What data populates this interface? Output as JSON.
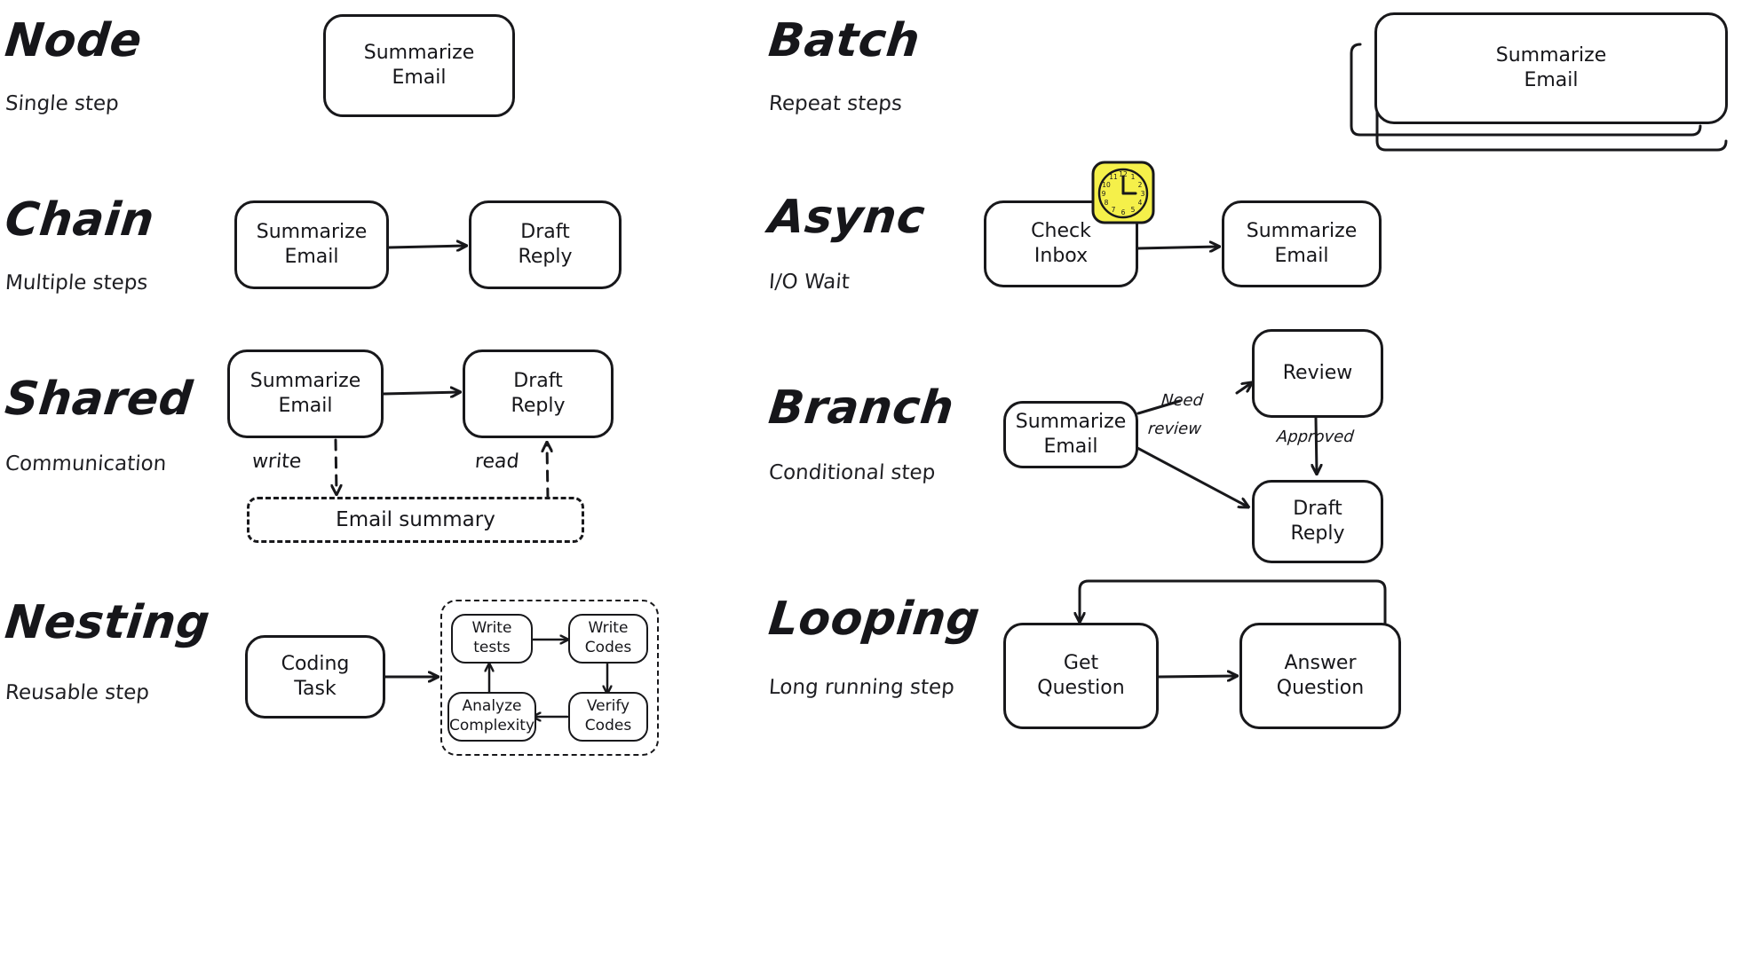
{
  "page": {
    "background": "#ffffff",
    "ink": "#18181b",
    "accent_yellow": "#f5f04a"
  },
  "patterns": [
    {
      "id": "node",
      "title": "Node",
      "subtitle": "Single step",
      "nodes": [
        {
          "id": "summarize",
          "lines": [
            "Summarize",
            "Email"
          ]
        }
      ]
    },
    {
      "id": "batch",
      "title": "Batch",
      "subtitle": "Repeat steps",
      "nodes": [
        {
          "id": "summarize",
          "lines": [
            "Summarize",
            "Email"
          ]
        }
      ],
      "stack_count": 3
    },
    {
      "id": "chain",
      "title": "Chain",
      "subtitle": "Multiple steps",
      "nodes": [
        {
          "id": "summarize",
          "lines": [
            "Summarize",
            "Email"
          ]
        },
        {
          "id": "draft",
          "lines": [
            "Draft",
            "Reply"
          ]
        }
      ],
      "edges": [
        {
          "from": "summarize",
          "to": "draft",
          "label": ""
        }
      ]
    },
    {
      "id": "async",
      "title": "Async",
      "subtitle": "I/O Wait",
      "nodes": [
        {
          "id": "check-inbox",
          "lines": [
            "Check",
            "Inbox"
          ]
        },
        {
          "id": "summarize",
          "lines": [
            "Summarize",
            "Email"
          ]
        }
      ],
      "edges": [
        {
          "from": "check-inbox",
          "to": "summarize",
          "label": ""
        }
      ],
      "icon": "clock-icon",
      "clock": {
        "numerals": [
          "12",
          "1",
          "2",
          "3",
          "4",
          "5",
          "6",
          "7",
          "8",
          "9",
          "10",
          "11"
        ],
        "color": "#f5f04a"
      }
    },
    {
      "id": "shared",
      "title": "Shared",
      "subtitle": "Communication",
      "nodes": [
        {
          "id": "summarize",
          "lines": [
            "Summarize",
            "Email"
          ]
        },
        {
          "id": "draft",
          "lines": [
            "Draft",
            "Reply"
          ]
        }
      ],
      "store": {
        "id": "email-summary",
        "label": "Email summary"
      },
      "edges": [
        {
          "from": "summarize",
          "to": "draft",
          "label": ""
        },
        {
          "from": "summarize",
          "to": "email-summary",
          "label": "write",
          "style": "dashed"
        },
        {
          "from": "email-summary",
          "to": "draft",
          "label": "read",
          "style": "dashed"
        }
      ]
    },
    {
      "id": "branch",
      "title": "Branch",
      "subtitle": "Conditional step",
      "nodes": [
        {
          "id": "summarize",
          "lines": [
            "Summarize",
            "Email"
          ]
        },
        {
          "id": "review",
          "lines": [
            "Review"
          ]
        },
        {
          "id": "draft",
          "lines": [
            "Draft",
            "Reply"
          ]
        }
      ],
      "edges": [
        {
          "from": "summarize",
          "to": "review",
          "label": "Need review"
        },
        {
          "from": "review",
          "to": "draft",
          "label": "Approved"
        },
        {
          "from": "summarize",
          "to": "draft",
          "label": ""
        }
      ],
      "labels": {
        "need": "Need",
        "review": "review",
        "approved": "Approved"
      }
    },
    {
      "id": "nesting",
      "title": "Nesting",
      "subtitle": "Reusable step",
      "nodes": [
        {
          "id": "coding-task",
          "lines": [
            "Coding",
            "Task"
          ]
        },
        {
          "id": "write-tests",
          "lines": [
            "Write",
            "tests"
          ]
        },
        {
          "id": "write-codes",
          "lines": [
            "Write",
            "Codes"
          ]
        },
        {
          "id": "verify-codes",
          "lines": [
            "Verify",
            "Codes"
          ]
        },
        {
          "id": "analyze-complexity",
          "lines": [
            "Analyze",
            "Complexity"
          ]
        }
      ],
      "edges": [
        {
          "from": "coding-task",
          "to": "write-tests",
          "label": ""
        },
        {
          "from": "write-tests",
          "to": "write-codes",
          "label": ""
        },
        {
          "from": "write-codes",
          "to": "verify-codes",
          "label": ""
        },
        {
          "from": "verify-codes",
          "to": "analyze-complexity",
          "label": ""
        },
        {
          "from": "analyze-complexity",
          "to": "write-tests",
          "label": ""
        }
      ]
    },
    {
      "id": "looping",
      "title": "Looping",
      "subtitle": "Long running step",
      "nodes": [
        {
          "id": "get-question",
          "lines": [
            "Get",
            "Question"
          ]
        },
        {
          "id": "answer-question",
          "lines": [
            "Answer",
            "Question"
          ]
        }
      ],
      "edges": [
        {
          "from": "get-question",
          "to": "answer-question",
          "label": ""
        },
        {
          "from": "answer-question",
          "to": "get-question",
          "label": ""
        }
      ]
    }
  ]
}
